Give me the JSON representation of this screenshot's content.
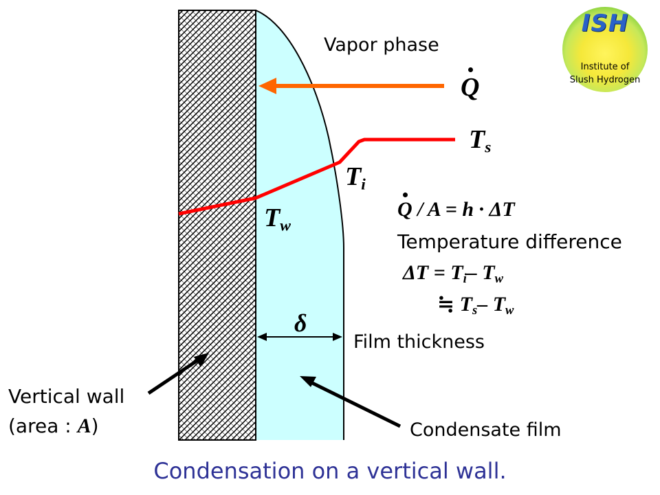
{
  "labels": {
    "vapor_phase": "Vapor phase",
    "heat_flux_symbol": "Q",
    "t_s": {
      "main": "T",
      "sub": "s"
    },
    "t_i": {
      "main": "T",
      "sub": "i"
    },
    "t_w": {
      "main": "T",
      "sub": "w"
    },
    "delta": "δ",
    "film_thickness": "Film thickness",
    "vertical_wall_line1": "Vertical wall",
    "vertical_wall_line2_pre": "(area : ",
    "vertical_wall_line2_var": "A",
    "vertical_wall_line2_post": ")",
    "condensate_film": "Condensate film"
  },
  "equations": {
    "flux": {
      "q": "Q",
      "rest": " / A = h · ΔT"
    },
    "temp_diff_label": "Temperature difference",
    "delta_t_1": {
      "lhs": "ΔT = T",
      "sub1": "i",
      "mid": "– T",
      "sub2": "w"
    },
    "delta_t_2": {
      "approx": "≒ ",
      "t1": "T",
      "sub1": "s",
      "mid": "– T",
      "sub2": "w"
    }
  },
  "logo": {
    "mark": "ISH",
    "line1": "Institute of",
    "line2": "Slush Hydrogen"
  },
  "caption": "Condensation on a vertical wall.",
  "colors": {
    "film_fill": "#ccffff",
    "heat_arrow": "#ff6600",
    "temperature_profile": "#ff0000",
    "caption": "#2e3296"
  }
}
